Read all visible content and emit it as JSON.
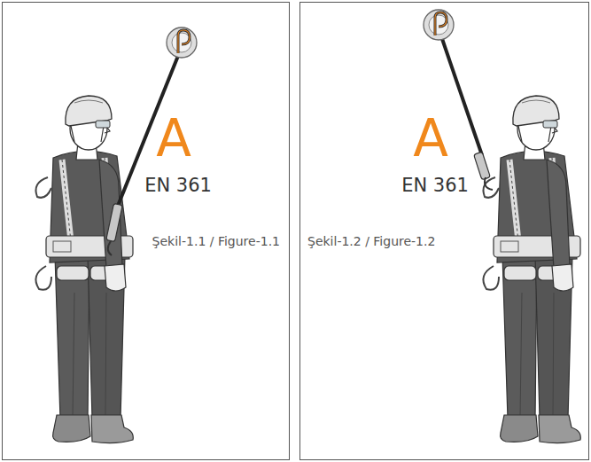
{
  "diagram": {
    "nodes": [
      {
        "text": [
          "A",
          "EN 361",
          "Şekil-1.1 / Figure-1.1"
        ]
      },
      {
        "text": [
          "A",
          "EN 361",
          "Şekil-1.2 / Figure-1.2"
        ]
      }
    ]
  }
}
